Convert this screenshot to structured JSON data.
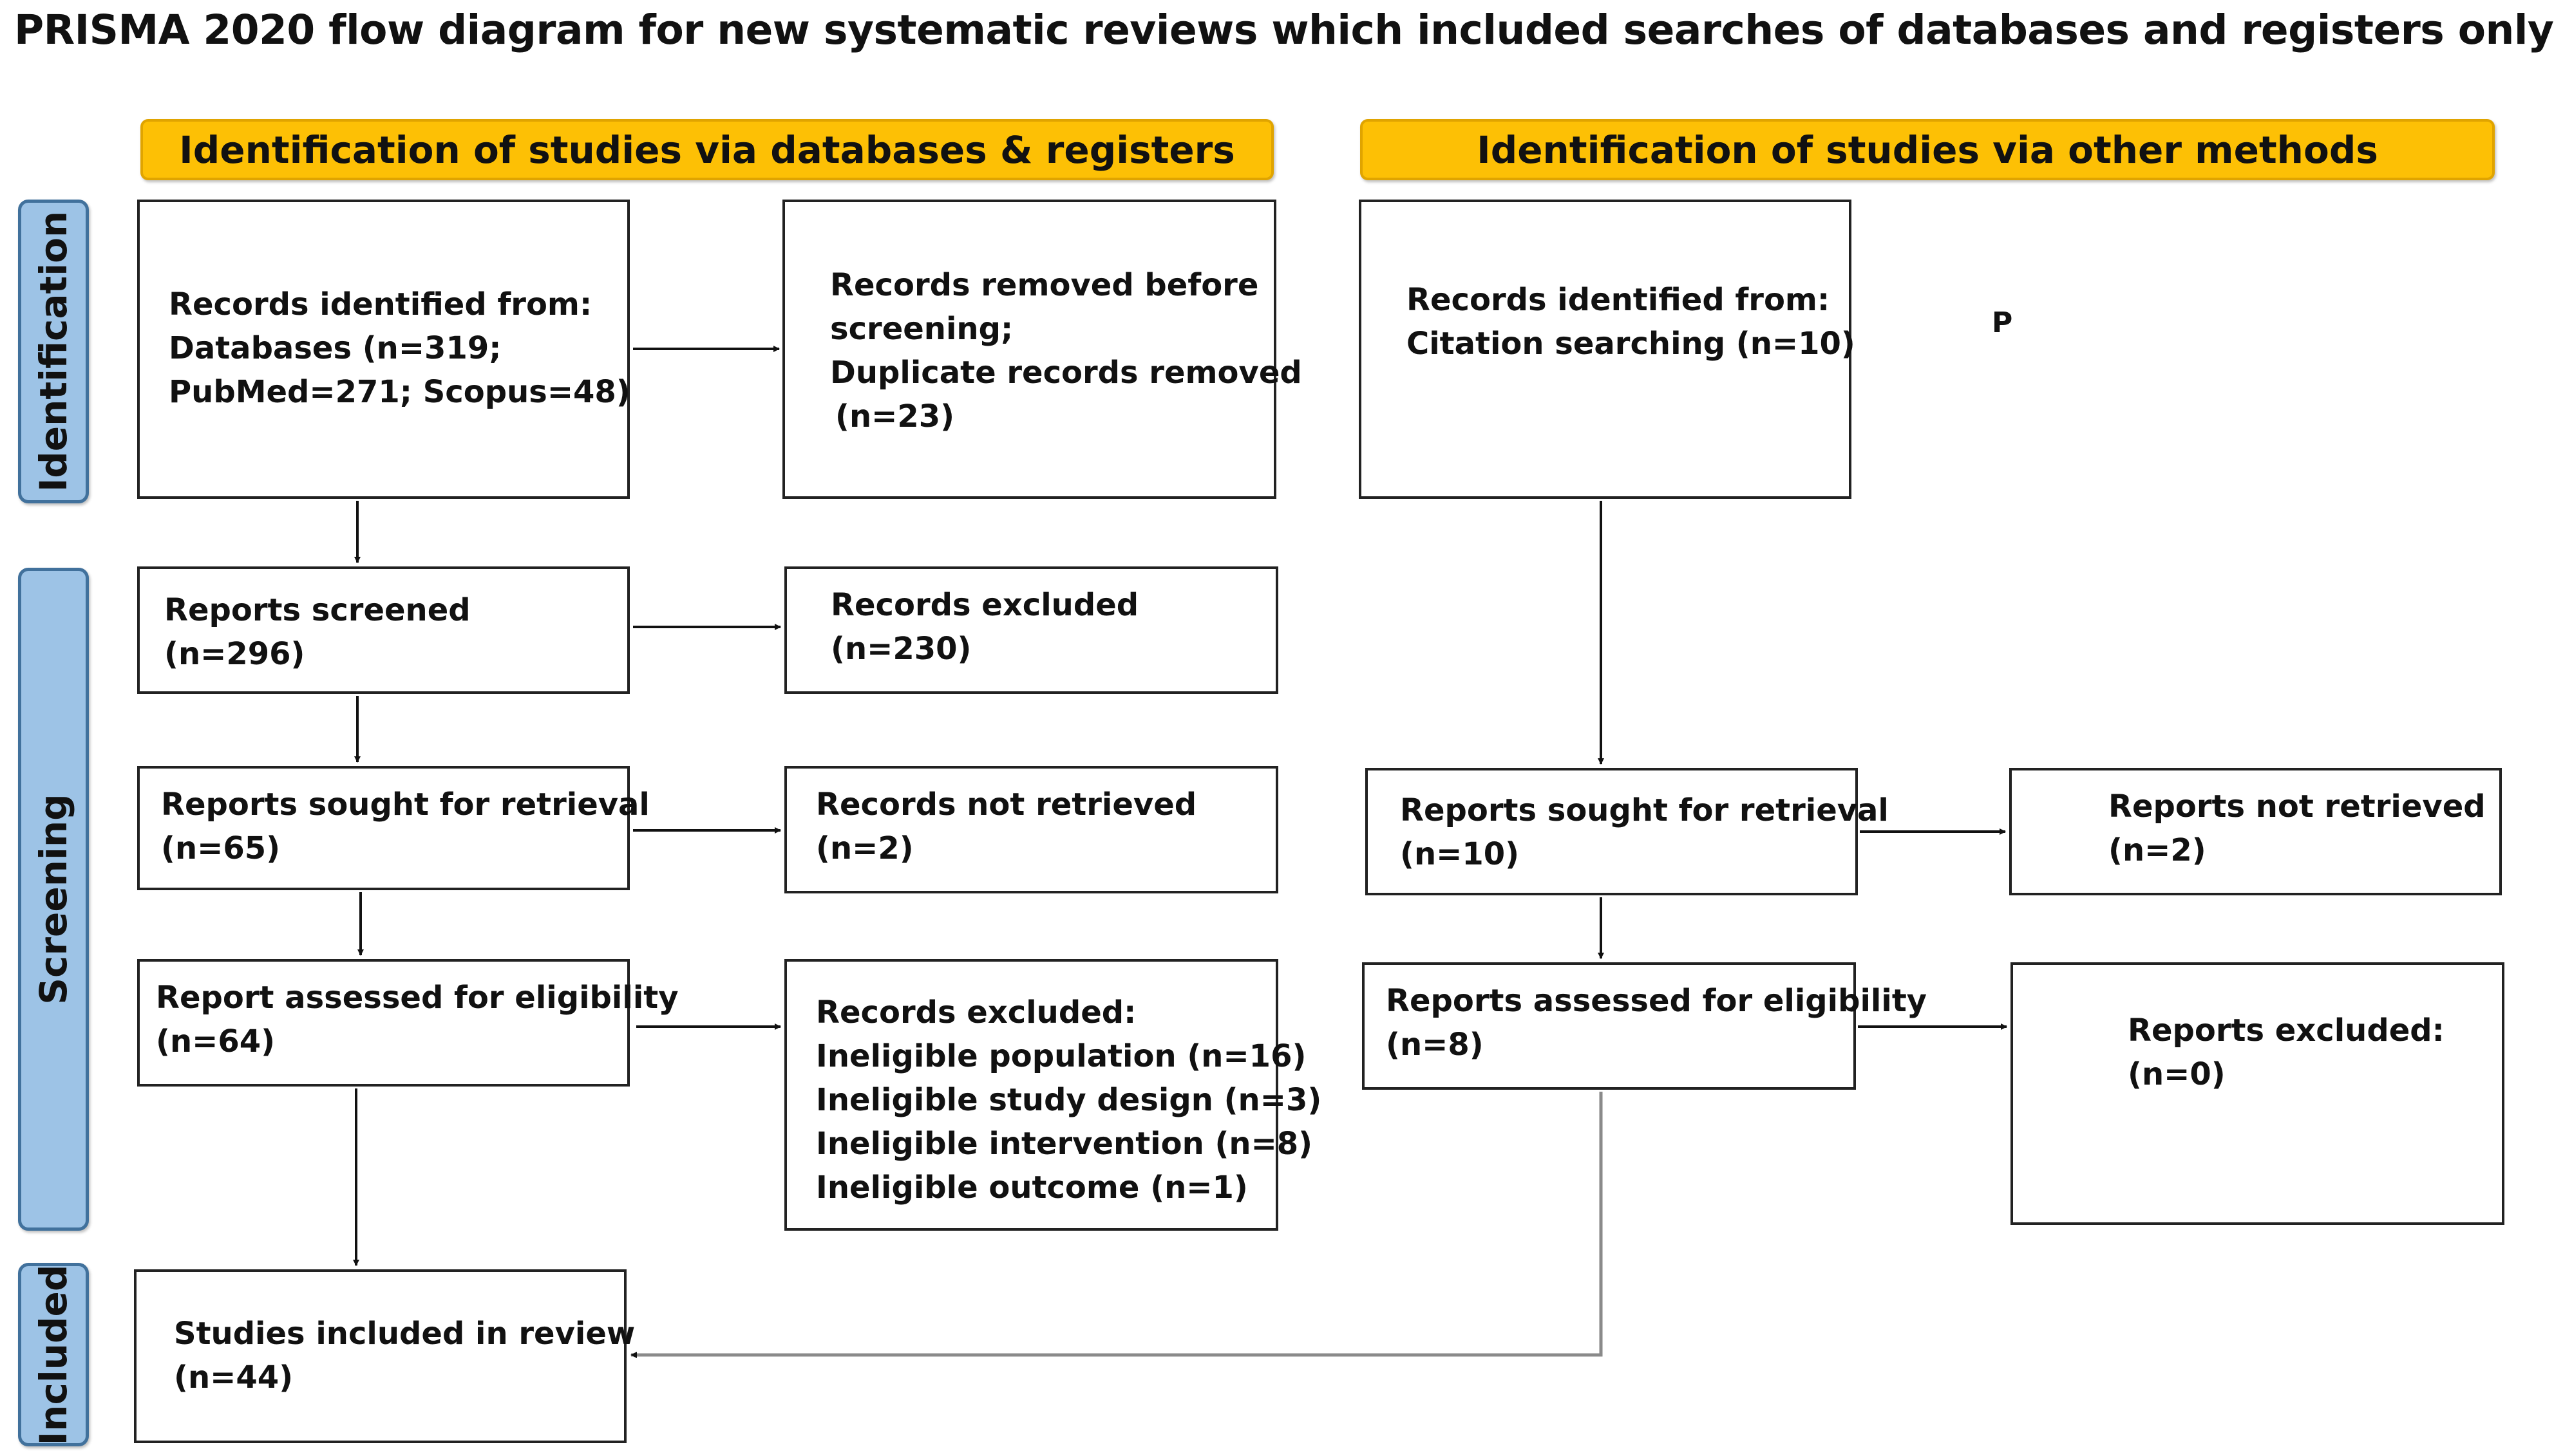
{
  "title": "PRISMA 2020 flow diagram for new systematic reviews which included searches of databases and registers only",
  "headers": {
    "databases": "Identification of studies via databases & registers",
    "other": "Identification of studies via other methods"
  },
  "phases": {
    "identification": "Identification",
    "screening": "Screening",
    "included": "Included"
  },
  "boxes": {
    "records_identified": [
      "Records identified from:",
      "Databases (n=319;",
      "PubMed=271; Scopus=48)"
    ],
    "records_removed": [
      "Records removed before",
      "screening;",
      "Duplicate records removed",
      "(n=23)"
    ],
    "reports_screened": [
      "Reports screened",
      "(n=296)"
    ],
    "records_excluded": [
      "Records excluded",
      "(n=230)"
    ],
    "sought_retrieval": [
      "Reports sought for retrieval",
      "(n=65)"
    ],
    "not_retrieved": [
      "Records not retrieved",
      "(n=2)"
    ],
    "assessed": [
      "Report assessed for eligibility",
      "(n=64)"
    ],
    "excluded_reasons": [
      "Records excluded:",
      "Ineligible population (n=16)",
      "Ineligible study design (n=3)",
      "Ineligible intervention (n=8)",
      "Ineligible outcome (n=1)"
    ],
    "included": [
      "Studies included in review",
      "(n=44)"
    ],
    "other_identified": [
      "Records identified from:",
      "Citation searching (n=10)"
    ],
    "other_sought": [
      "Reports sought for retrieval",
      "(n=10)"
    ],
    "other_not_retrieved": [
      "Reports not retrieved",
      "(n=2)"
    ],
    "other_assessed": [
      "Reports assessed for eligibility",
      "(n=8)"
    ],
    "other_excluded": [
      "Reports excluded:",
      "(n=0)"
    ]
  },
  "stray_text": "P"
}
